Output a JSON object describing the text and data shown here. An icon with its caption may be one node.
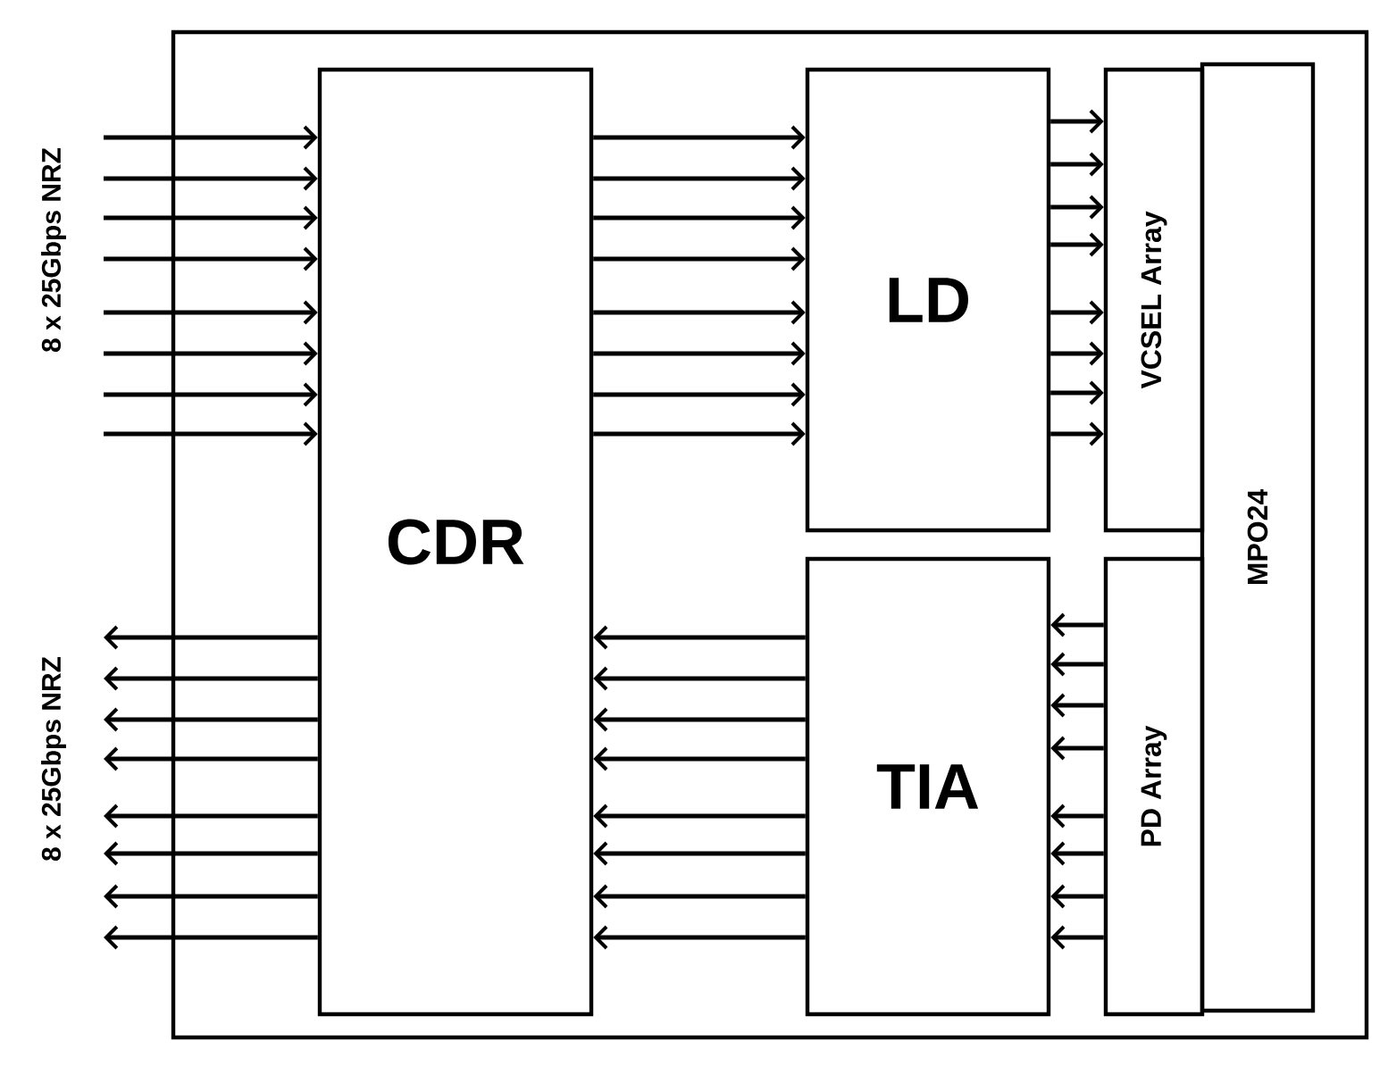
{
  "diagram": {
    "nodes": [
      {
        "text": [],
        "shape": "box"
      },
      {
        "text": [
          "CDR"
        ],
        "in": 0
      },
      {
        "text": [
          "LD"
        ],
        "in": 0
      },
      {
        "text": [
          "TIA"
        ],
        "in": 0
      },
      {
        "text": [
          "VCSEL Array"
        ],
        "in": 0
      },
      {
        "text": [
          "PD Array"
        ],
        "in": 0
      },
      {
        "text": [
          "MPO24"
        ],
        "in": 0
      }
    ],
    "edges": [
      {
        "from": null,
        "to": 1,
        "arrow": "to"
      },
      {
        "from": null,
        "to": 1,
        "arrow": "to"
      },
      {
        "from": null,
        "to": 1,
        "arrow": "to"
      },
      {
        "from": null,
        "to": 1,
        "arrow": "to"
      },
      {
        "from": null,
        "to": 1,
        "arrow": "to"
      },
      {
        "from": null,
        "to": 1,
        "arrow": "to"
      },
      {
        "from": null,
        "to": 1,
        "arrow": "to"
      },
      {
        "from": null,
        "to": 1,
        "arrow": "to"
      },
      {
        "from": 1,
        "to": 2,
        "arrow": "to"
      },
      {
        "from": 1,
        "to": 2,
        "arrow": "to"
      },
      {
        "from": 1,
        "to": 2,
        "arrow": "to"
      },
      {
        "from": 1,
        "to": 2,
        "arrow": "to"
      },
      {
        "from": 1,
        "to": 2,
        "arrow": "to"
      },
      {
        "from": 1,
        "to": 2,
        "arrow": "to"
      },
      {
        "from": 1,
        "to": 2,
        "arrow": "to"
      },
      {
        "from": 1,
        "to": 2,
        "arrow": "to"
      },
      {
        "from": 2,
        "to": 4,
        "arrow": "to"
      },
      {
        "from": 2,
        "to": 4,
        "arrow": "to"
      },
      {
        "from": 2,
        "to": 4,
        "arrow": "to"
      },
      {
        "from": 2,
        "to": 4,
        "arrow": "to"
      },
      {
        "from": 2,
        "to": 4,
        "arrow": "to"
      },
      {
        "from": 2,
        "to": 4,
        "arrow": "to"
      },
      {
        "from": 2,
        "to": 4,
        "arrow": "to"
      },
      {
        "from": 2,
        "to": 4,
        "arrow": "to"
      },
      {
        "from": 5,
        "to": 3,
        "arrow": "to"
      },
      {
        "from": 5,
        "to": 3,
        "arrow": "to"
      },
      {
        "from": 5,
        "to": 3,
        "arrow": "to"
      },
      {
        "from": 5,
        "to": 3,
        "arrow": "to"
      },
      {
        "from": 5,
        "to": 3,
        "arrow": "to"
      },
      {
        "from": 5,
        "to": 3,
        "arrow": "to"
      },
      {
        "from": 5,
        "to": 3,
        "arrow": "to"
      },
      {
        "from": 5,
        "to": 3,
        "arrow": "to"
      },
      {
        "from": 3,
        "to": 1,
        "arrow": "to"
      },
      {
        "from": 3,
        "to": 1,
        "arrow": "to"
      },
      {
        "from": 3,
        "to": 1,
        "arrow": "to"
      },
      {
        "from": 3,
        "to": 1,
        "arrow": "to"
      },
      {
        "from": 3,
        "to": 1,
        "arrow": "to"
      },
      {
        "from": 3,
        "to": 1,
        "arrow": "to"
      },
      {
        "from": 3,
        "to": 1,
        "arrow": "to"
      },
      {
        "from": 3,
        "to": 1,
        "arrow": "to"
      },
      {
        "from": 1,
        "to": null,
        "arrow": "to"
      },
      {
        "from": 1,
        "to": null,
        "arrow": "to"
      },
      {
        "from": 1,
        "to": null,
        "arrow": "to"
      },
      {
        "from": 1,
        "to": null,
        "arrow": "to"
      },
      {
        "from": 1,
        "to": null,
        "arrow": "to"
      },
      {
        "from": 1,
        "to": null,
        "arrow": "to"
      },
      {
        "from": 1,
        "to": null,
        "arrow": "to"
      },
      {
        "from": 1,
        "to": null,
        "arrow": "to"
      }
    ],
    "labels": [
      "8 x 25Gbps NRZ",
      "8 x 25Gbps NRZ"
    ]
  }
}
